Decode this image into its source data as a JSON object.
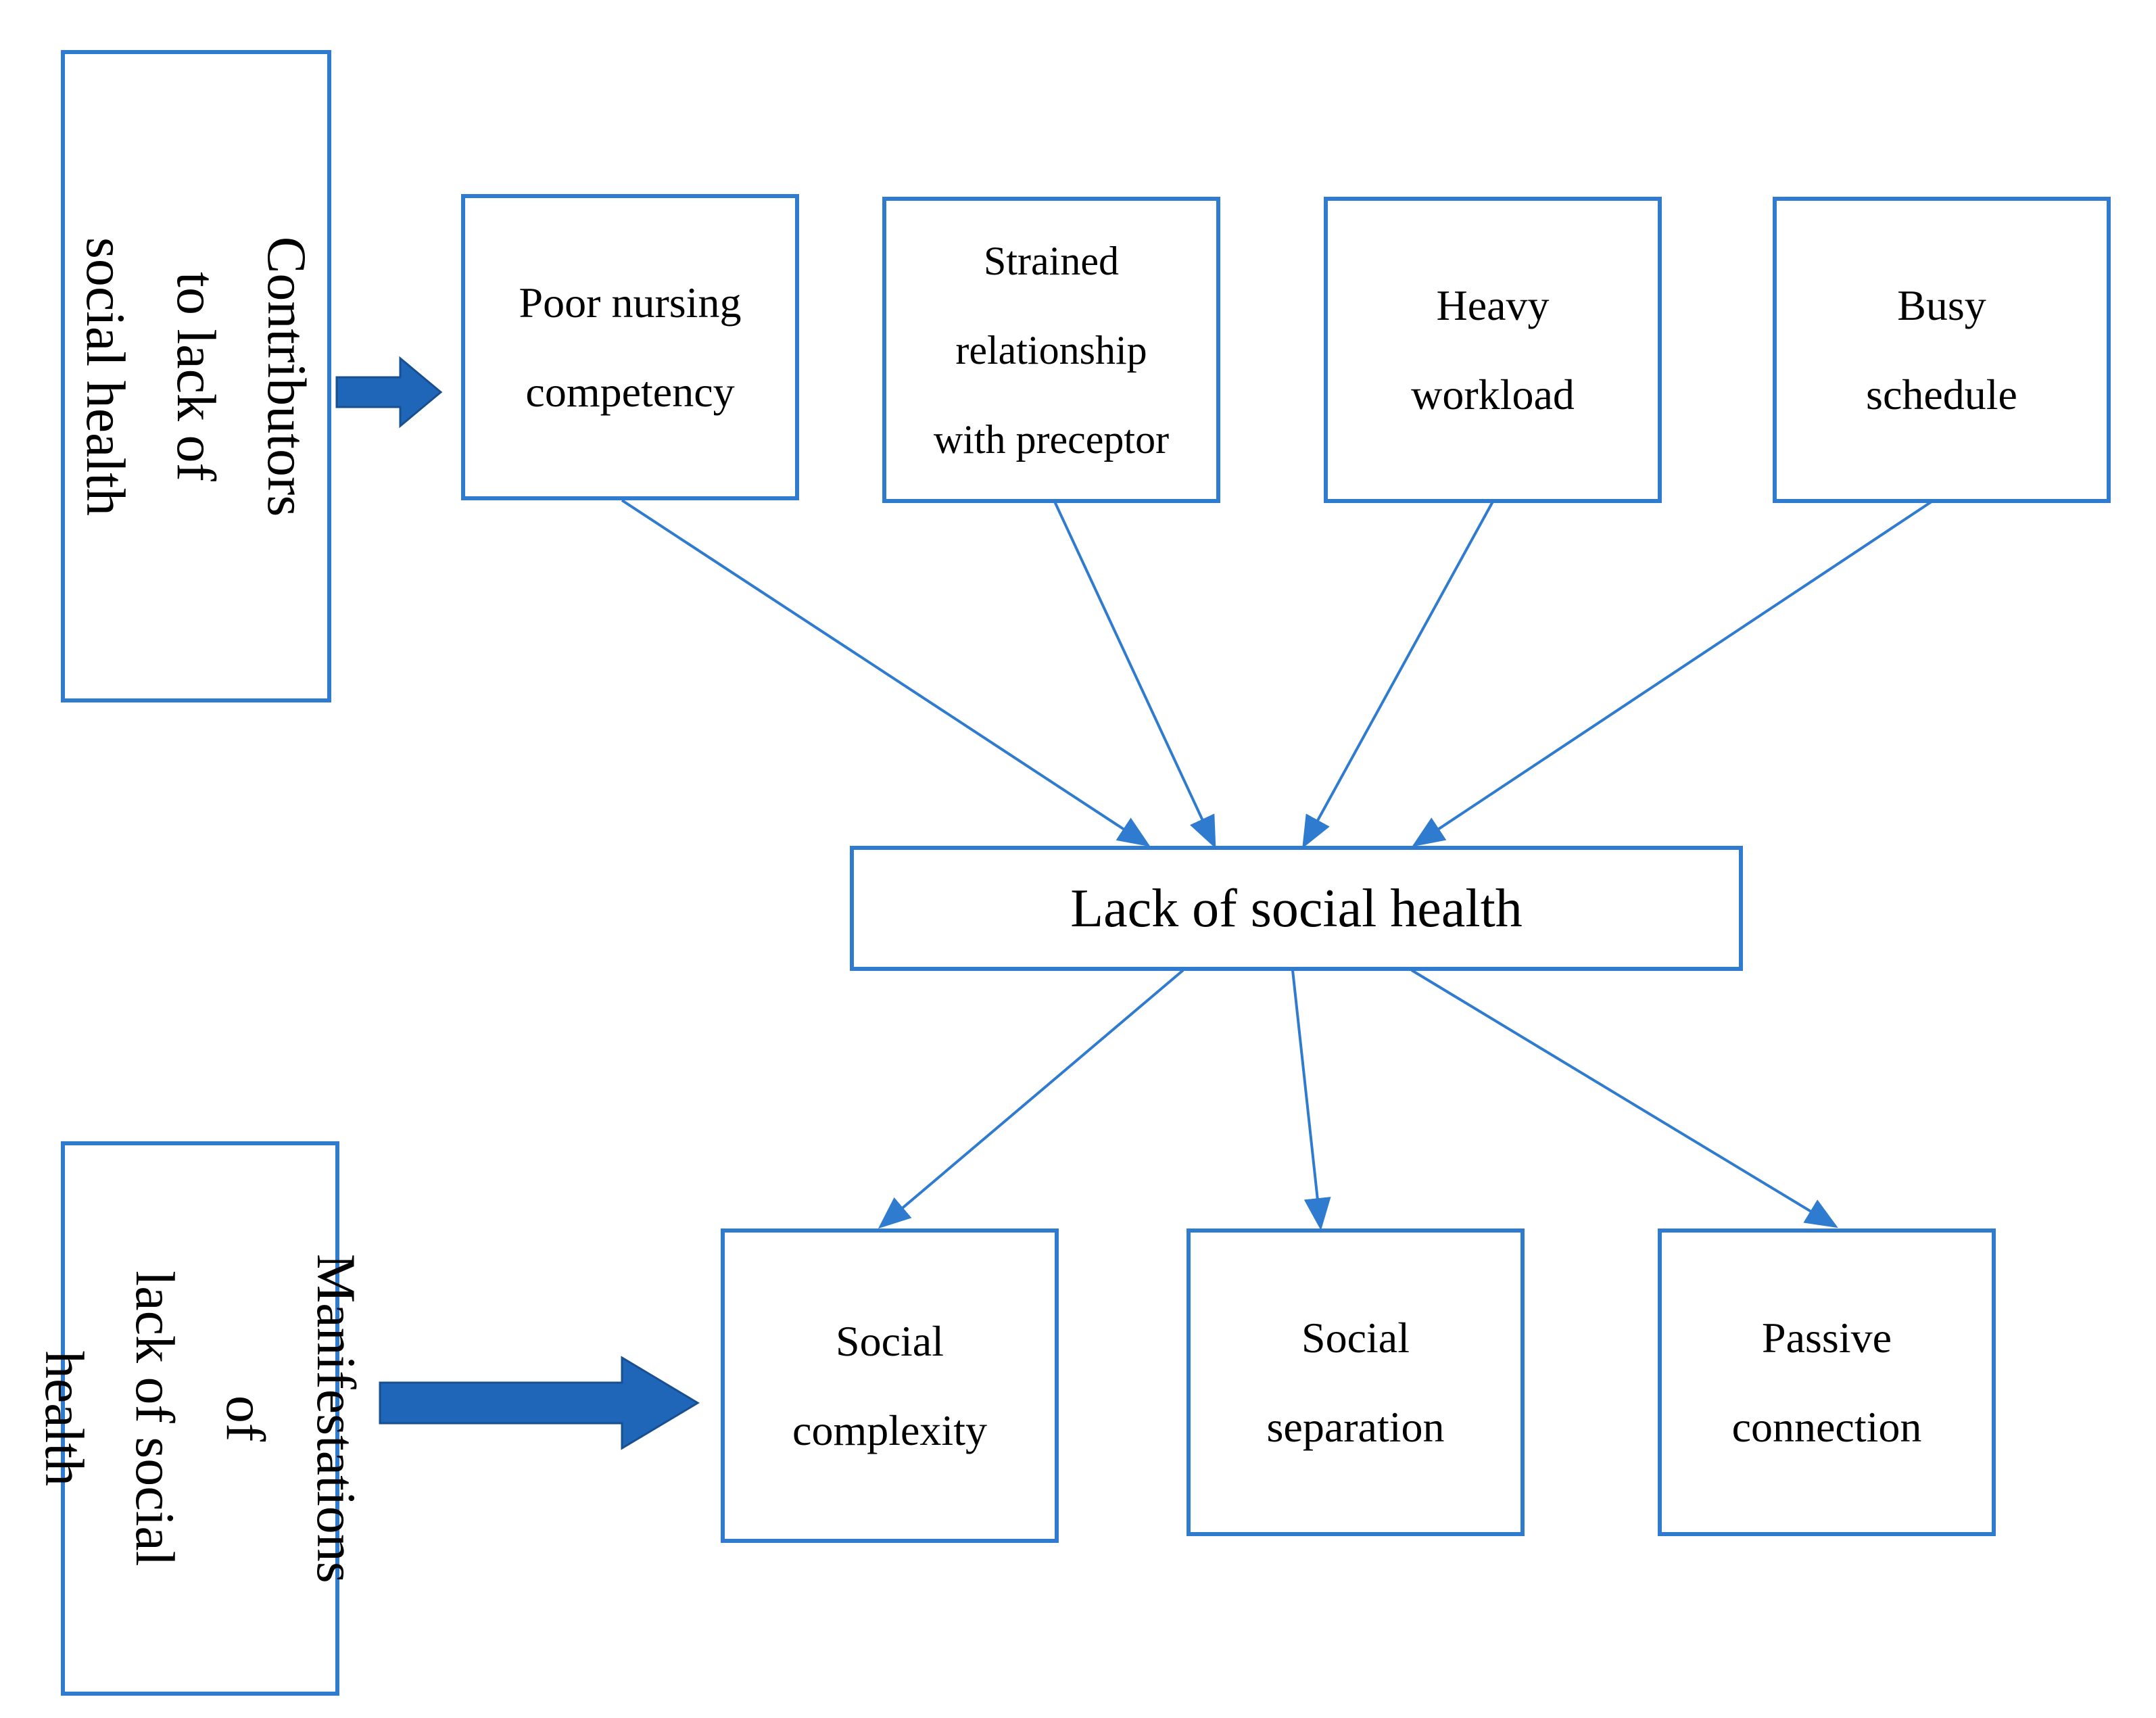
{
  "colors": {
    "box_border": "#2f7bd0",
    "line": "#2f7bd0",
    "block_arrow": "#1f66b8"
  },
  "contributors_label": "Contributors to lack of\nsocial health",
  "manifestations_label": "Manifestations of\nlack of social health",
  "contributors": [
    {
      "label": "Poor nursing\ncompetency"
    },
    {
      "label": "Strained\nrelationship\nwith preceptor"
    },
    {
      "label": "Heavy\nworkload"
    },
    {
      "label": "Busy\nschedule"
    }
  ],
  "center": {
    "label": "Lack of social health"
  },
  "manifestations": [
    {
      "label": "Social\ncomplexity"
    },
    {
      "label": "Social\nseparation"
    },
    {
      "label": "Passive\nconnection"
    }
  ]
}
